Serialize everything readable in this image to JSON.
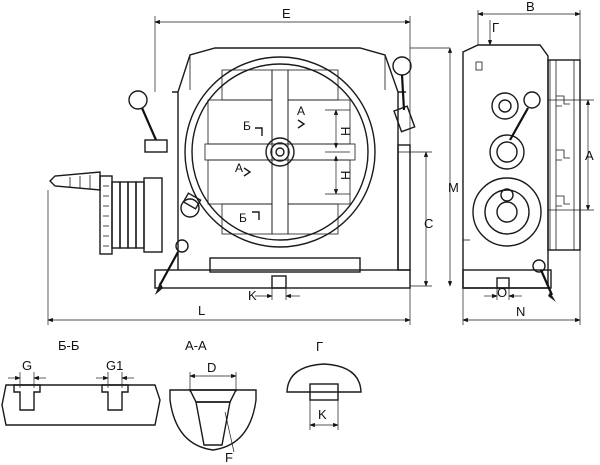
{
  "labels": {
    "E": "E",
    "B": "B",
    "G_view": "Г",
    "A_dim": "A",
    "M": "M",
    "C": "C",
    "L": "L",
    "K": "K",
    "O": "O",
    "N": "N",
    "H1": "H",
    "H2": "H",
    "sec_A1": "A",
    "sec_A2": "A",
    "sec_B1": "Б",
    "sec_B2": "Б",
    "section_BB": "Б-Б",
    "section_AA": "A-A",
    "view_G": "Г",
    "G": "G",
    "G1": "G1",
    "D": "D",
    "F": "F",
    "K2": "K"
  }
}
